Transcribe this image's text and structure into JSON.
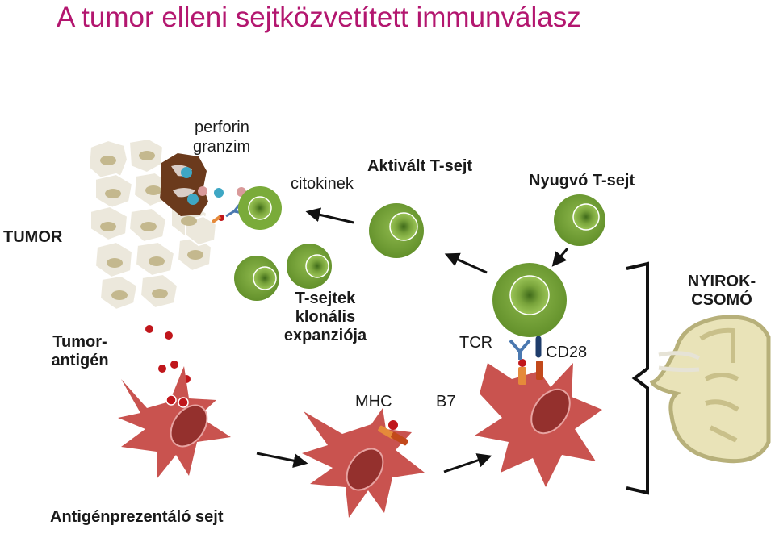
{
  "title": "A tumor elleni sejtközvetített immunválasz",
  "labels": {
    "perforin": "perforin",
    "granzim": "granzim",
    "citokinek": "citokinek",
    "activated_t": "Aktivált T-sejt",
    "resting_t": "Nyugvó T-sejt",
    "tumor": "TUMOR",
    "tumor_antigen_1": "Tumor-",
    "tumor_antigen_2": "antigén",
    "expansion_1": "T-sejtek",
    "expansion_2": "klonális",
    "expansion_3": "expanziója",
    "tcr": "TCR",
    "cd28": "CD28",
    "mhc": "MHC",
    "b7": "B7",
    "lymph_1": "NYIROK-",
    "lymph_2": "CSOMÓ",
    "apc": "Antigénprezentáló sejt"
  },
  "colors": {
    "title": "#b3166f",
    "t_cell": "#7aab3a",
    "apc": "#c9534f",
    "antigen": "#c0161b",
    "tumor_cell": "#e9e4d6",
    "killed_cell": "#6b3a1c",
    "lymph_node": "#b7b07a"
  }
}
